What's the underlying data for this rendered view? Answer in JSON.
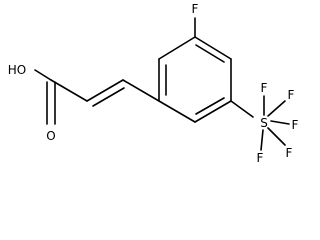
{
  "molecule": {
    "atoms": {
      "fluoro_top": "F",
      "hydroxyl": "HO",
      "carbonyl_oxygen": "O",
      "sulfur": "S",
      "sf5_fluorine_1": "F",
      "sf5_fluorine_2": "F",
      "sf5_fluorine_3": "F",
      "sf5_fluorine_4": "F",
      "sf5_fluorine_5": "F"
    },
    "colors": {
      "bond": "#000000",
      "label": "#000000",
      "background": "#ffffff"
    }
  }
}
